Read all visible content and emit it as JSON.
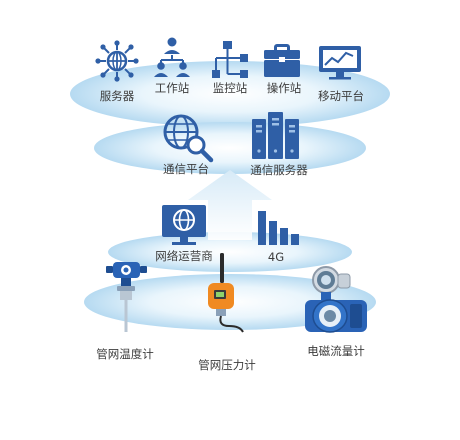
{
  "colors": {
    "icon_blue": "#2f5fa6",
    "sensor_blue": "#2a63b6",
    "orange": "#f08a22",
    "disc_blue": "#b9dcf2"
  },
  "top_layer": {
    "items": [
      {
        "label": "服务器",
        "icon": "network-nodes-icon"
      },
      {
        "label": "工作站",
        "icon": "org-chart-people-icon"
      },
      {
        "label": "监控站",
        "icon": "tree-hierarchy-icon"
      },
      {
        "label": "操作站",
        "icon": "briefcase-icon"
      },
      {
        "label": "移动平台",
        "icon": "monitor-chart-icon"
      }
    ]
  },
  "middle_layer": {
    "items": [
      {
        "label": "通信平台",
        "icon": "globe-search-icon"
      },
      {
        "label": "通信服务器",
        "icon": "server-rack-icon"
      }
    ]
  },
  "network_layer": {
    "items": [
      {
        "label": "网络运营商",
        "icon": "monitor-globe-icon"
      },
      {
        "label": "4G",
        "icon": "signal-bars-icon"
      }
    ]
  },
  "device_layer": {
    "items": [
      {
        "label": "管网温度计",
        "icon": "temperature-transmitter"
      },
      {
        "label": "管网压力计",
        "icon": "pressure-gauge"
      },
      {
        "label": "电磁流量计",
        "icon": "electromagnetic-flowmeter"
      }
    ]
  }
}
